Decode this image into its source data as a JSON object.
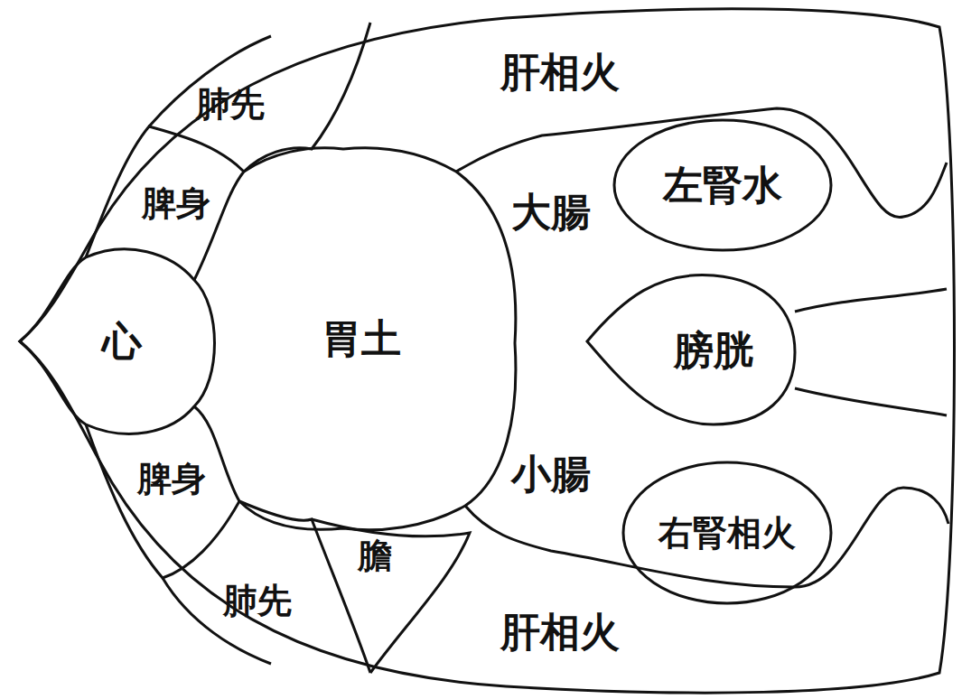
{
  "diagram": {
    "nodes": [
      {
        "text": [
          "心"
        ]
      },
      {
        "text": [
          "脾身"
        ]
      },
      {
        "text": [
          "肺先"
        ]
      },
      {
        "text": [
          "肝相火"
        ]
      },
      {
        "text": [
          "胃土"
        ]
      },
      {
        "text": [
          "大腸"
        ]
      },
      {
        "text": [
          "左腎水"
        ]
      },
      {
        "text": [
          "膀胱"
        ]
      },
      {
        "text": [
          "小腸"
        ]
      },
      {
        "text": [
          "右腎相火"
        ]
      },
      {
        "text": [
          "脾身"
        ]
      },
      {
        "text": [
          "肺先"
        ]
      },
      {
        "text": [
          "膽"
        ]
      },
      {
        "text": [
          "肝相火"
        ]
      }
    ]
  }
}
